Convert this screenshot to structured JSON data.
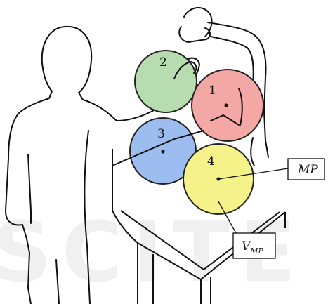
{
  "zones": [
    {
      "label": "1",
      "color": "#f4a8a6"
    },
    {
      "label": "2",
      "color": "#b7dcb0"
    },
    {
      "label": "3",
      "color": "#9dbdf0"
    },
    {
      "label": "4",
      "color": "#f6f28a"
    }
  ],
  "callouts": {
    "mp": {
      "main": "MP",
      "sub": ""
    },
    "vmp": {
      "main": "V",
      "sub": "MP"
    }
  },
  "watermark": "SCITE",
  "colors": {
    "outline": "#111111",
    "zone_stroke": "#222222"
  }
}
